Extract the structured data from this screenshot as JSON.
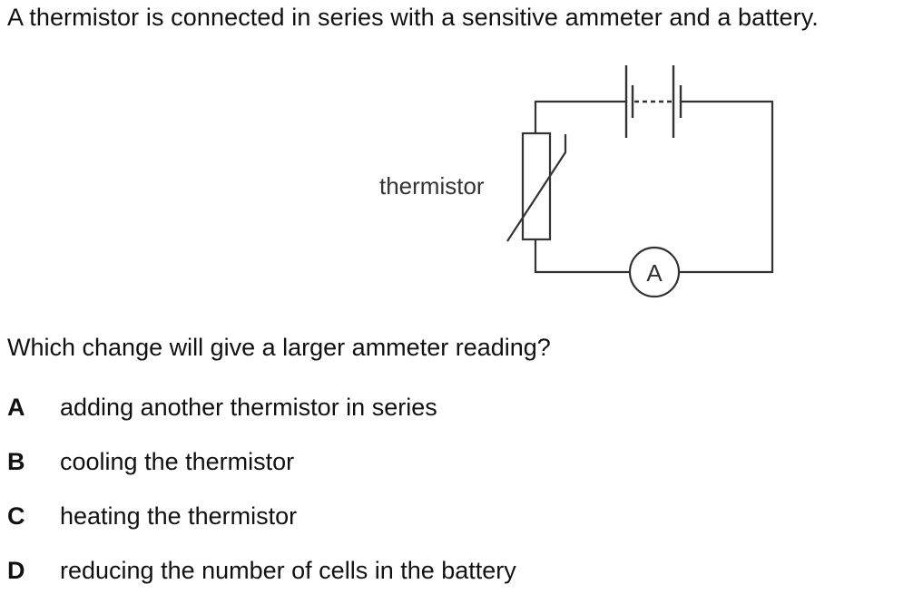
{
  "stem": "A thermistor is connected in series with a sensitive ammeter and a battery.",
  "diagram": {
    "thermistor_label": "thermistor",
    "ammeter_symbol": "A"
  },
  "question": "Which change will give a larger ammeter reading?",
  "options": [
    {
      "letter": "A",
      "text": "adding another thermistor in series"
    },
    {
      "letter": "B",
      "text": "cooling the thermistor"
    },
    {
      "letter": "C",
      "text": "heating the thermistor"
    },
    {
      "letter": "D",
      "text": "reducing the number of cells in the battery"
    }
  ]
}
